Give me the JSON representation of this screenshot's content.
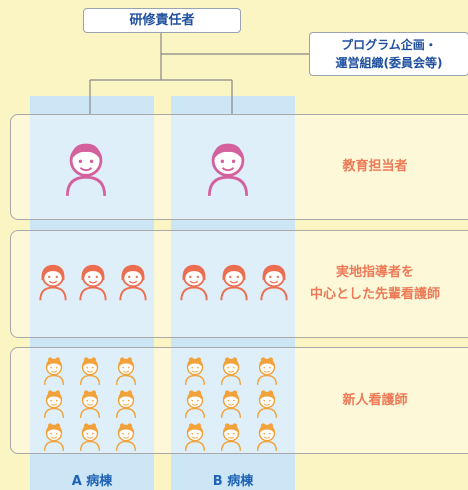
{
  "top_box": "研修責任者",
  "program_box": {
    "line1": "プログラム企画・",
    "line2": "運営組織(委員会等)"
  },
  "rows": [
    {
      "label1": "教育担当者",
      "label2": ""
    },
    {
      "label1": "実地指導者を",
      "label2": "中心とした先輩看護師"
    },
    {
      "label1": "新人看護師",
      "label2": ""
    }
  ],
  "wards": [
    "A 病棟",
    "B 病棟"
  ],
  "colors": {
    "background": "#fbf5c4",
    "column": "#cde6f6",
    "educator": "#d4619e",
    "senior": "#ec6e51",
    "newcomer": "#f2a23a",
    "label": "#ec7a57",
    "box_text": "#1f4f9e"
  }
}
